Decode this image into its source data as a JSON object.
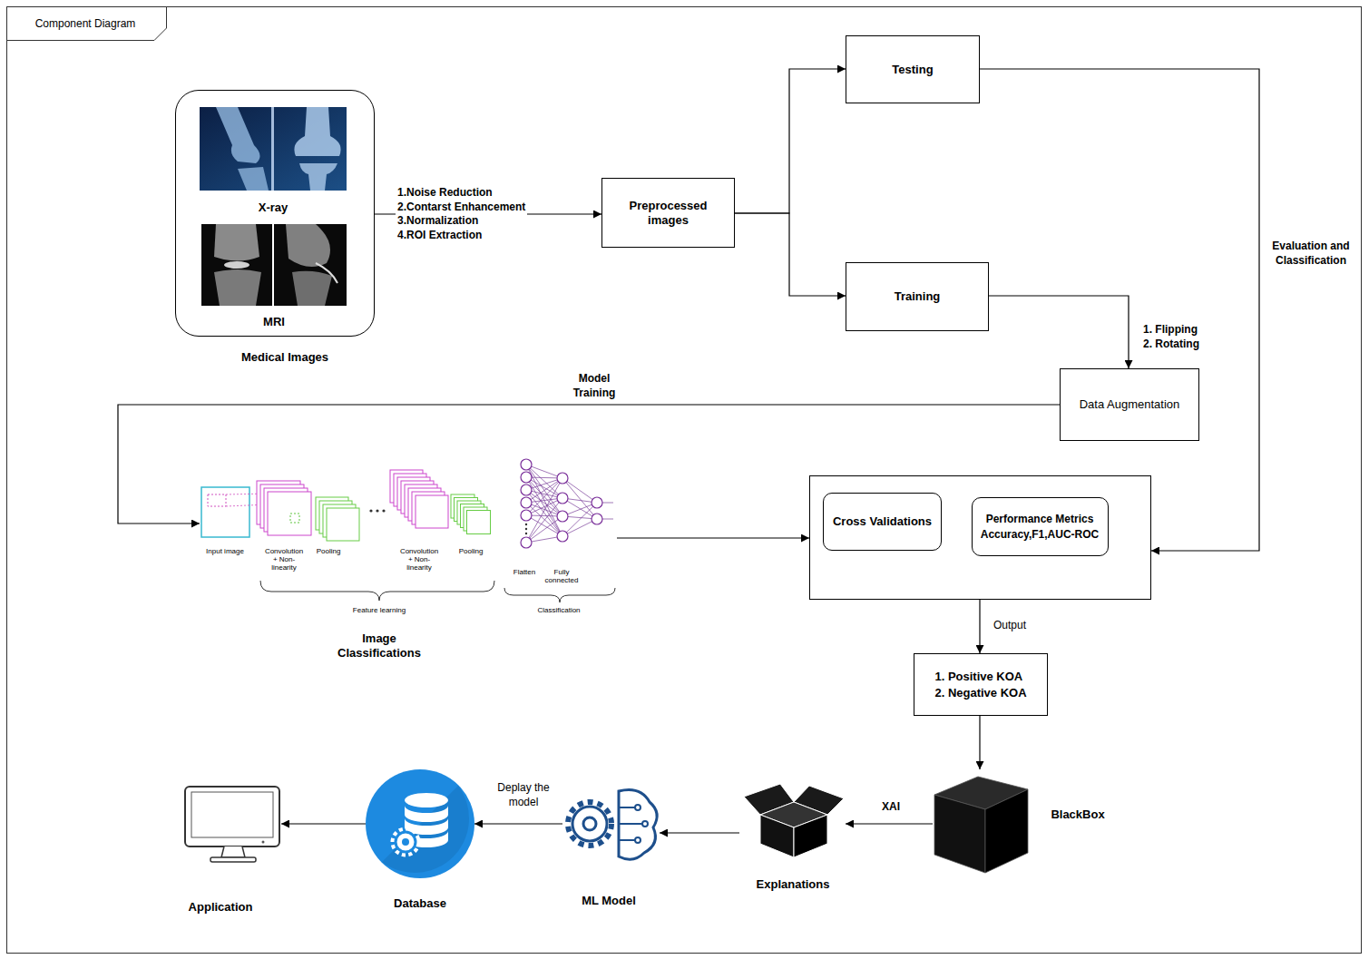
{
  "diagram": {
    "title": "Component Diagram",
    "nodes": [
      {
        "text": [
          "X-ray",
          "MRI",
          "Medical Images"
        ]
      },
      {
        "text": [
          "Preprocessed images"
        ]
      },
      {
        "text": [
          "Testing"
        ]
      },
      {
        "text": [
          "Training"
        ]
      },
      {
        "text": [
          "Data Augmentation"
        ]
      },
      {
        "text": [
          "Image Classifications"
        ]
      },
      {
        "text": []
      },
      {
        "text": [
          "Cross Validations"
        ],
        "in": 6
      },
      {
        "text": [
          "Performance Metrics",
          "Accuracy,F1,AUC-ROC"
        ],
        "in": 6
      },
      {
        "text": [
          "1. Positive KOA",
          "2. Negative KOA"
        ]
      },
      {
        "text": [
          "BlackBox"
        ]
      },
      {
        "text": [
          "Explanations"
        ]
      },
      {
        "text": [
          "ML Model"
        ]
      },
      {
        "text": [
          "Database"
        ]
      },
      {
        "text": [
          "Application"
        ]
      }
    ],
    "edges": [
      {
        "from": 0,
        "to": 1,
        "arrow": "to",
        "label": "1.Noise Reduction 2.Contarst Enhancement 3.Normalization 4.ROI Extraction"
      },
      {
        "from": 1,
        "to": 2,
        "arrow": "to"
      },
      {
        "from": 1,
        "to": 3,
        "arrow": "to"
      },
      {
        "from": 3,
        "to": 4,
        "arrow": "to",
        "label": "1. Flipping 2. Rotating"
      },
      {
        "from": 4,
        "to": 5,
        "arrow": "to",
        "label": "Model Training"
      },
      {
        "from": 5,
        "to": 6,
        "arrow": "to"
      },
      {
        "from": 2,
        "to": 6,
        "arrow": "to",
        "label": "Evaluation and Classification"
      },
      {
        "from": 6,
        "to": 9,
        "arrow": "to",
        "label": "Output"
      },
      {
        "from": 9,
        "to": 10,
        "arrow": "to"
      },
      {
        "from": 10,
        "to": 11,
        "arrow": "to",
        "label": "XAI"
      },
      {
        "from": 11,
        "to": 12,
        "arrow": "to"
      },
      {
        "from": 12,
        "to": 13,
        "arrow": "to",
        "label": "Deplay the model"
      },
      {
        "from": 13,
        "to": 14,
        "arrow": "to"
      }
    ],
    "labels": [
      "Input image",
      "Convolution + Non-linearity",
      "Pooling",
      "Convolution + Non-linearity",
      "Pooling",
      "Flatten",
      "Fully connected",
      "Feature learning",
      "Classification"
    ]
  }
}
